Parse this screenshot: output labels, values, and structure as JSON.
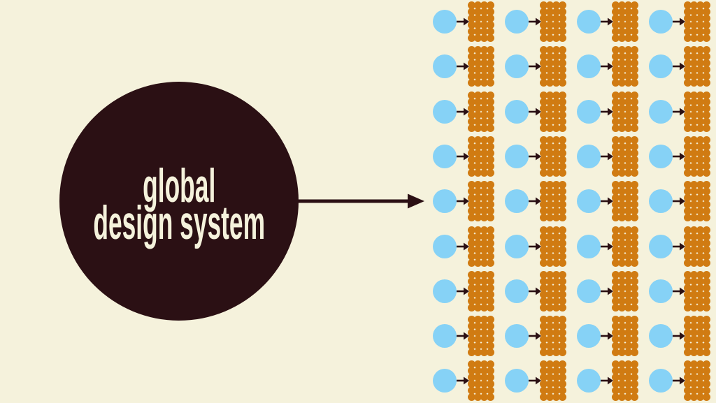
{
  "colors": {
    "background": "#F5F2DC",
    "dark": "#2B1014",
    "cream": "#F5F2DC",
    "blue": "#86D2F6",
    "orange": "#D07B12"
  },
  "main_circle": {
    "line1": "global",
    "line2": "design system"
  },
  "consumer_grid": {
    "rows": 9,
    "cols": 4,
    "dot_rows": 6,
    "dot_cols": 4
  }
}
